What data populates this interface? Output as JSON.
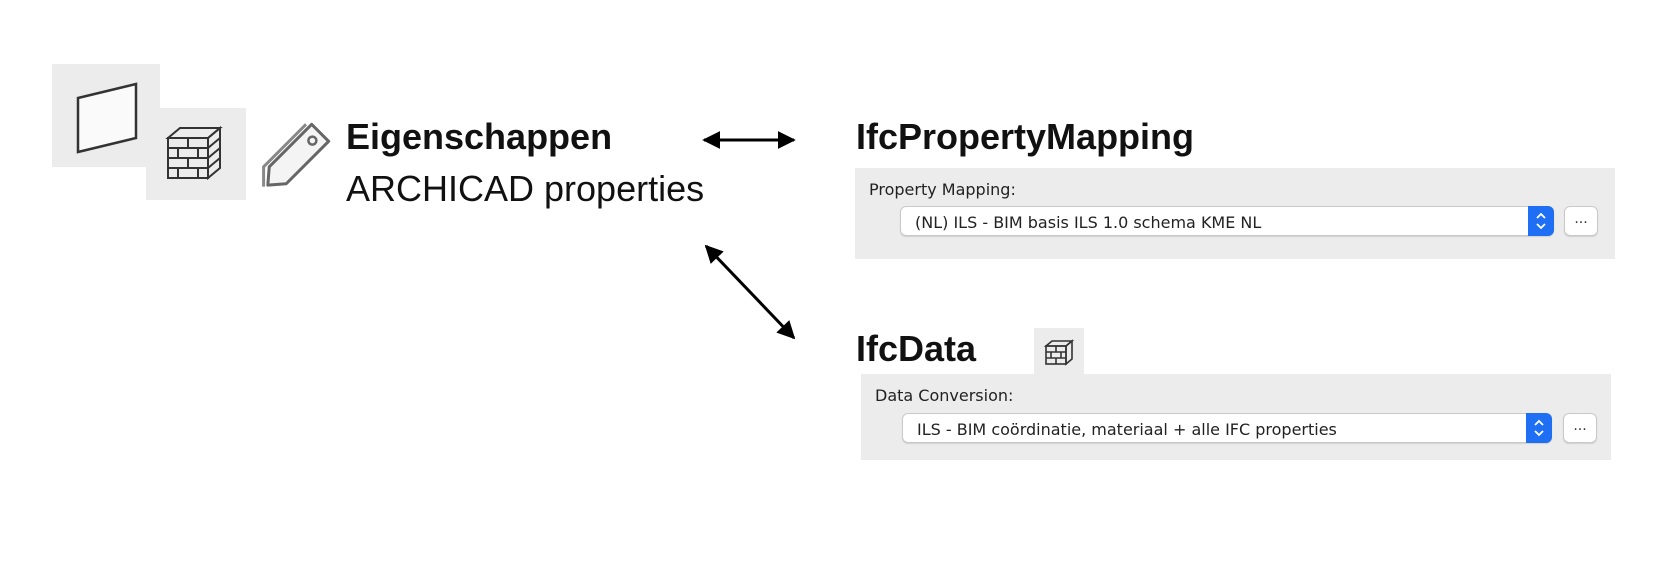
{
  "left": {
    "title": "Eigenschappen",
    "subtitle": "ARCHICAD properties",
    "icons": [
      "shape-outline-icon",
      "brick-wall-icon",
      "tag-icon"
    ]
  },
  "mapping": {
    "title": "IfcPropertyMapping",
    "field_label": "Property Mapping:",
    "selected_value": "(NL) ILS - BIM basis ILS 1.0 schema KME NL",
    "more_label": "..."
  },
  "ifcdata": {
    "title": "IfcData",
    "icon": "ifc-data-cube-icon",
    "field_label": "Data Conversion:",
    "selected_value": "ILS - BIM coördinatie, materiaal + alle IFC properties",
    "more_label": "..."
  },
  "colors": {
    "tile_background": "#ececec",
    "stepper_accent": "#1f6ff5",
    "arrow": "#000000"
  }
}
